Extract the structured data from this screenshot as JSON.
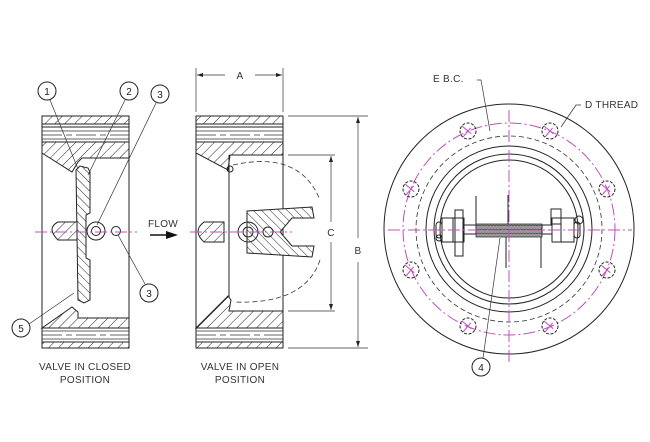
{
  "drawing": {
    "title": "Wafer check valve technical drawing",
    "views": {
      "closed": {
        "caption_line1": "VALVE IN CLOSED",
        "caption_line2": "POSITION"
      },
      "open": {
        "caption_line1": "VALVE IN OPEN",
        "caption_line2": "POSITION"
      },
      "end": {
        "callout_bolt_circle": "E B.C.",
        "callout_thread": "D THREAD"
      }
    },
    "flow_label": "FLOW",
    "dimensions": {
      "a": "A",
      "b": "B",
      "c": "C"
    },
    "balloons": [
      {
        "id": "1",
        "label": "1"
      },
      {
        "id": "2",
        "label": "2"
      },
      {
        "id": "3a",
        "label": "3"
      },
      {
        "id": "3b",
        "label": "3"
      },
      {
        "id": "4",
        "label": "4"
      },
      {
        "id": "5",
        "label": "5"
      }
    ],
    "colors": {
      "line": "#222222",
      "centerline": "#c050c0",
      "background": "#ffffff"
    }
  }
}
